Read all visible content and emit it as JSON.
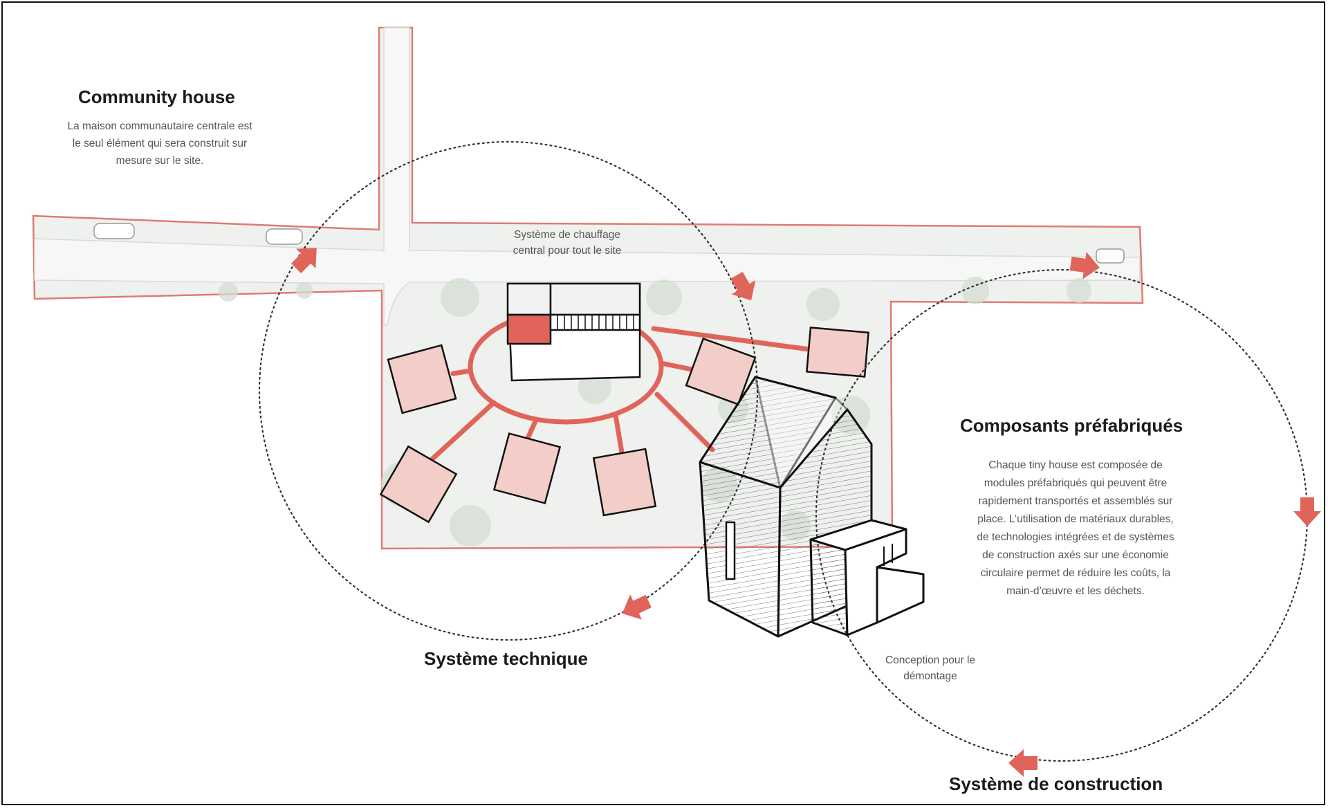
{
  "community": {
    "title": "Community house",
    "text": "La maison communautaire centrale est le seul élément qui sera construit sur mesure sur le site."
  },
  "heating": {
    "text": "Système de chauffage central pour tout le site"
  },
  "prefab": {
    "title": "Composants préfabriqués",
    "text": "Chaque tiny house est composée de modules préfabriqués qui peuvent être rapidement transportés et assemblés sur place. L’utilisation de matériaux durables, de technologies intégrées et de systèmes de construction axés sur une économie circulaire permet de réduire les coûts, la main-d’œuvre et les déchets."
  },
  "disassembly": {
    "text": "Conception pour le démontage"
  },
  "technical": {
    "title": "Système technique"
  },
  "construction": {
    "title": "Système de construction"
  },
  "colors": {
    "accent": "#e0645a",
    "accent_fill": "#f3cdc8",
    "site_fill": "#eef1ed",
    "outline": "#111111"
  }
}
